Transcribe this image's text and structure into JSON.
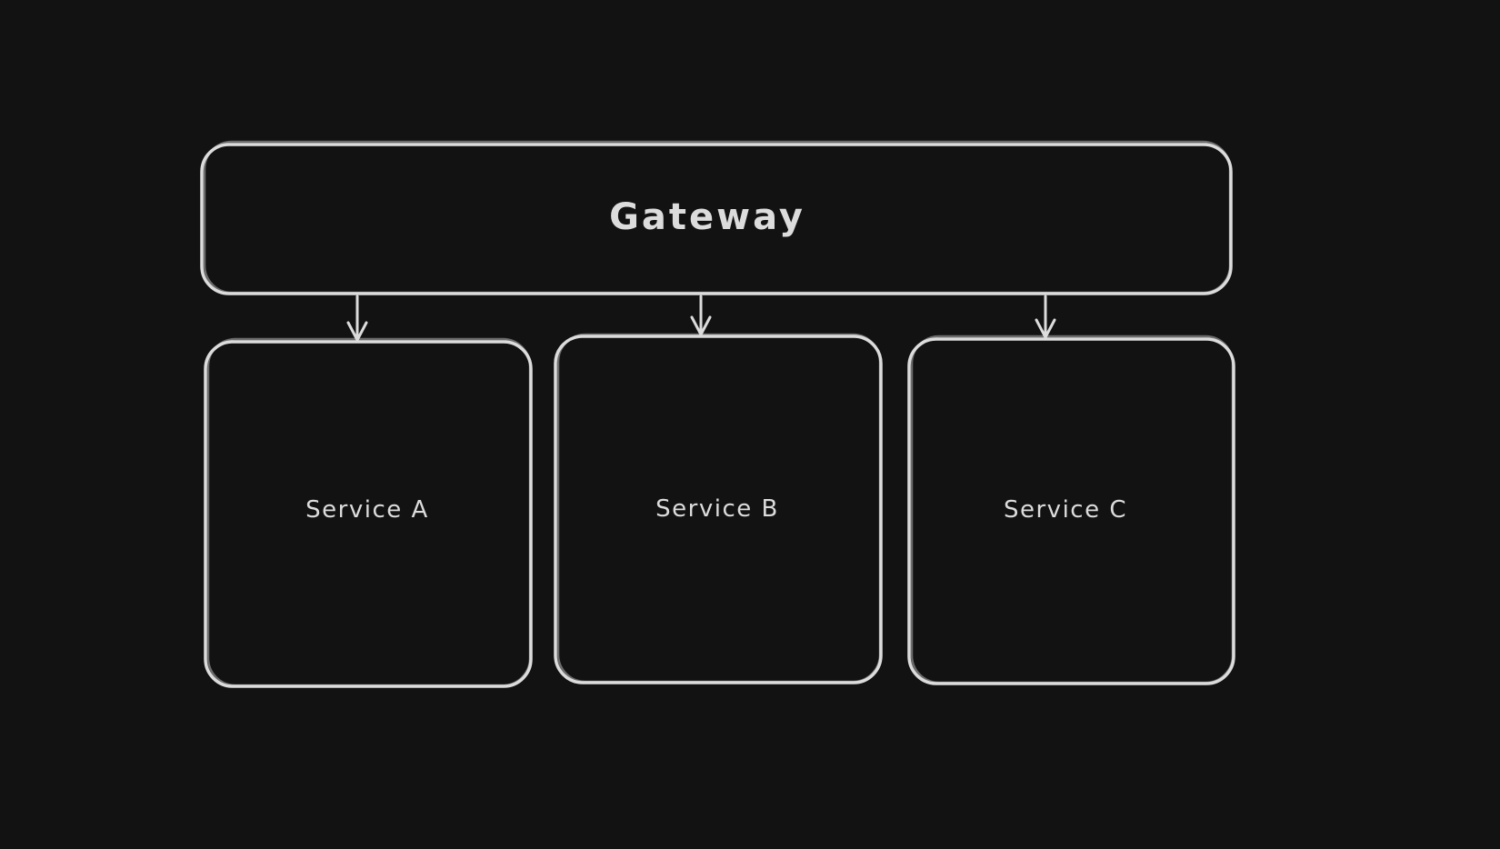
{
  "diagram": {
    "type": "flow-diagram",
    "colors": {
      "background": "#121212",
      "stroke": "#dcdcdc",
      "text": "#dcdcdc"
    },
    "nodes": {
      "gateway": {
        "label": "Gateway"
      },
      "services": [
        {
          "label": "Service A"
        },
        {
          "label": "Service B"
        },
        {
          "label": "Service C"
        }
      ]
    },
    "edges": [
      {
        "from": "Gateway",
        "to": "Service A"
      },
      {
        "from": "Gateway",
        "to": "Service B"
      },
      {
        "from": "Gateway",
        "to": "Service C"
      }
    ]
  }
}
